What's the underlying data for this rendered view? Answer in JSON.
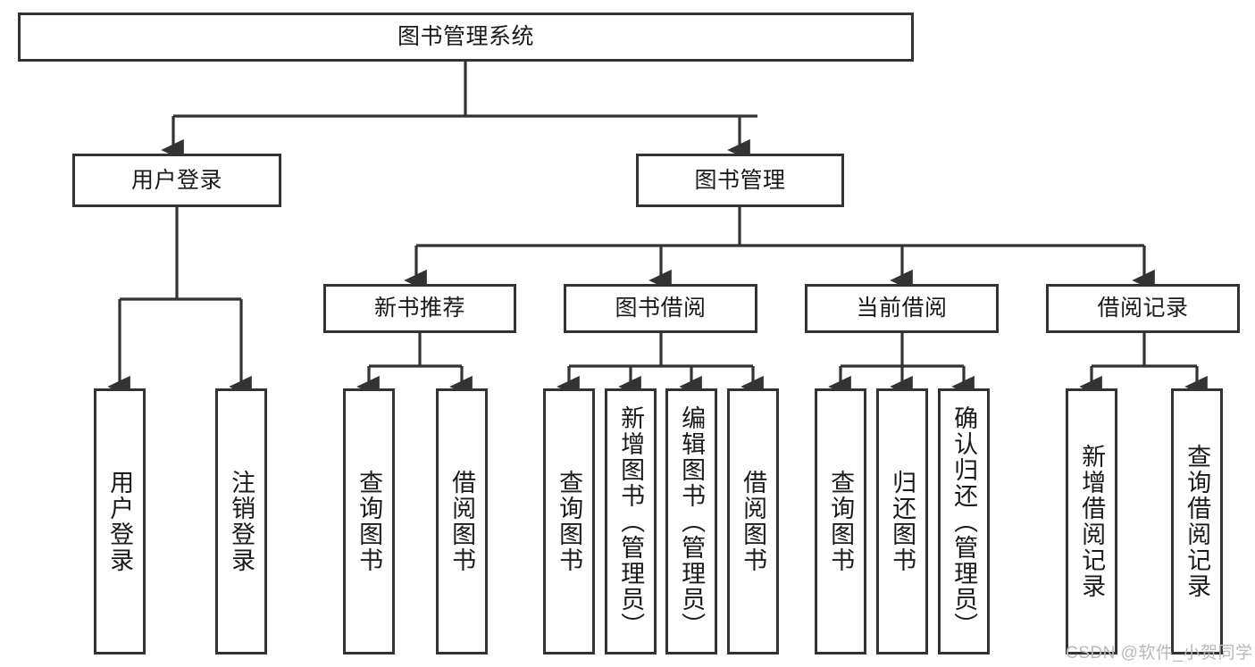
{
  "diagram": {
    "title": "图书管理系统",
    "type": "hierarchy-tree",
    "root": {
      "id": "root",
      "label": "图书管理系统"
    },
    "level2": [
      {
        "id": "user-login",
        "label": "用户登录"
      },
      {
        "id": "book-management",
        "label": "图书管理"
      }
    ],
    "level3": [
      {
        "id": "new-book-recommend",
        "label": "新书推荐",
        "parent": "book-management"
      },
      {
        "id": "book-borrow",
        "label": "图书借阅",
        "parent": "book-management"
      },
      {
        "id": "current-borrow",
        "label": "当前借阅",
        "parent": "book-management"
      },
      {
        "id": "borrow-record",
        "label": "借阅记录",
        "parent": "book-management"
      }
    ],
    "leaves": [
      {
        "id": "leaf-user-login",
        "label": "用户登录",
        "parent": "user-login"
      },
      {
        "id": "leaf-logout-login",
        "label": "注销登录",
        "parent": "user-login"
      },
      {
        "id": "leaf-query-book-1",
        "label": "查询图书",
        "parent": "new-book-recommend"
      },
      {
        "id": "leaf-borrow-book-1",
        "label": "借阅图书",
        "parent": "new-book-recommend"
      },
      {
        "id": "leaf-query-book-2",
        "label": "查询图书",
        "parent": "book-borrow"
      },
      {
        "id": "leaf-add-book",
        "label": "新增图书（管理员）",
        "parent": "book-borrow"
      },
      {
        "id": "leaf-edit-book",
        "label": "编辑图书（管理员）",
        "parent": "book-borrow"
      },
      {
        "id": "leaf-borrow-book-2",
        "label": "借阅图书",
        "parent": "book-borrow"
      },
      {
        "id": "leaf-query-book-3",
        "label": "查询图书",
        "parent": "current-borrow"
      },
      {
        "id": "leaf-return-book",
        "label": "归还图书",
        "parent": "current-borrow"
      },
      {
        "id": "leaf-confirm-return",
        "label": "确认归还（管理员）",
        "parent": "current-borrow"
      },
      {
        "id": "leaf-add-record",
        "label": "新增借阅记录",
        "parent": "borrow-record"
      },
      {
        "id": "leaf-query-record",
        "label": "查询借阅记录",
        "parent": "borrow-record"
      }
    ],
    "watermark": "CSDN @软件_小贺同学",
    "colors": {
      "stroke": "#333333",
      "box_fill": "#ffffff",
      "text": "#1a1a1a",
      "watermark": "#b9b9b9",
      "background": "#ffffff"
    }
  }
}
